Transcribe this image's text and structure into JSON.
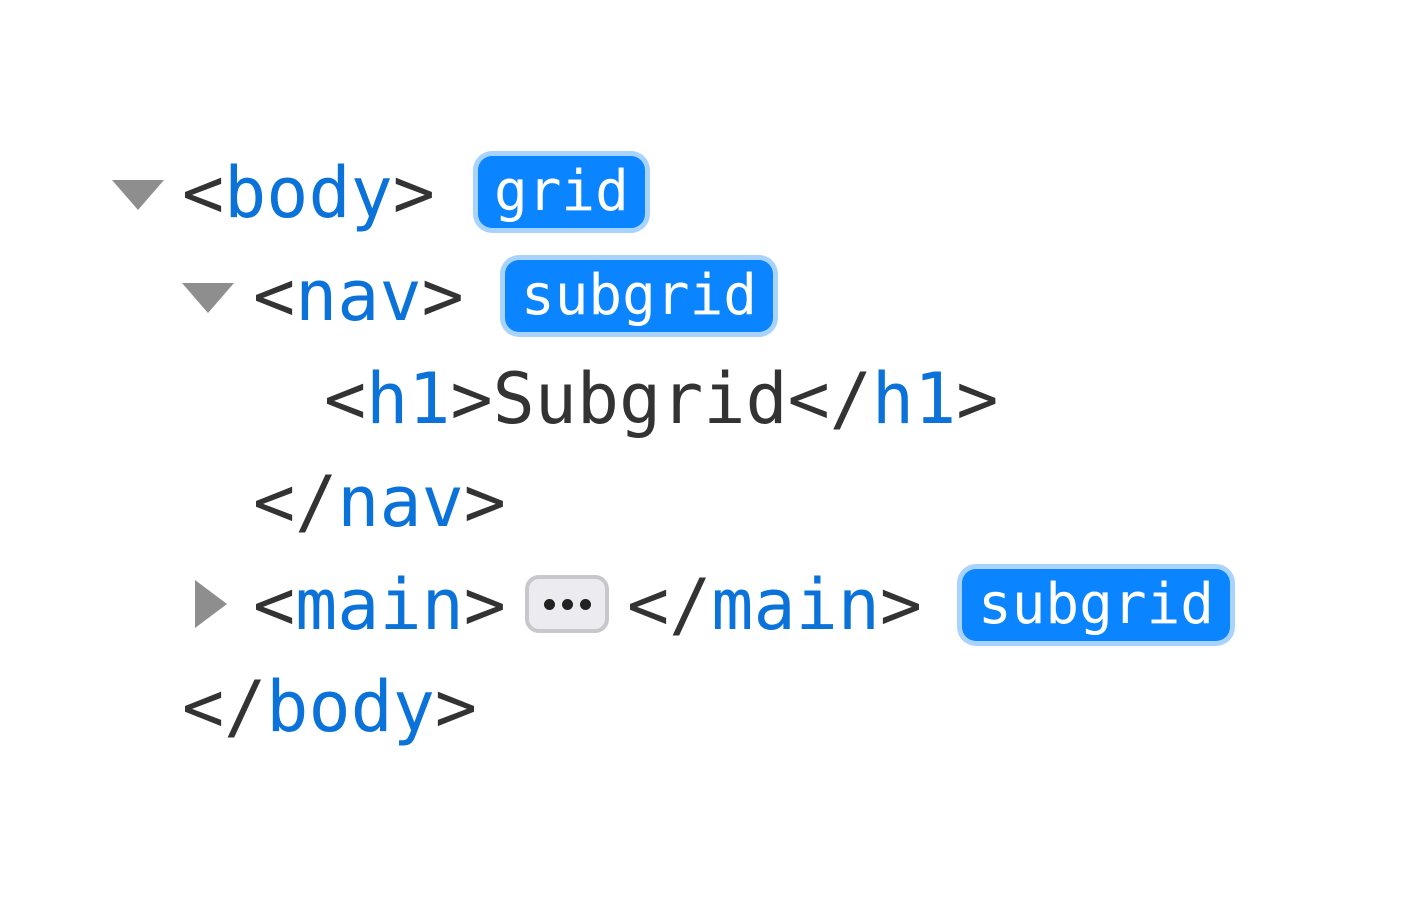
{
  "tree": {
    "body_open": {
      "lt": "<",
      "name": "body",
      "gt": ">",
      "badge": "grid"
    },
    "nav_open": {
      "lt": "<",
      "name": "nav",
      "gt": ">",
      "badge": "subgrid"
    },
    "h1": {
      "lt_open": "<",
      "name_open": "h1",
      "gt_open": ">",
      "text": "Subgrid",
      "lt_close": "</",
      "name_close": "h1",
      "gt_close": ">"
    },
    "nav_close": {
      "lt": "</",
      "name": "nav",
      "gt": ">"
    },
    "main": {
      "lt_open": "<",
      "name_open": "main",
      "gt_open": ">",
      "lt_close": "</",
      "name_close": "main",
      "gt_close": ">",
      "badge": "subgrid"
    },
    "body_close": {
      "lt": "</",
      "name": "body",
      "gt": ">"
    }
  },
  "colors": {
    "tag_name": "#0a72d8",
    "punctuation": "#333333",
    "badge_bg": "#0a84ff",
    "badge_ring": "#a9d3ff",
    "disclosure": "#8e8e8e"
  },
  "icons": {
    "body_toggle": "triangle-down-icon",
    "nav_toggle": "triangle-down-icon",
    "main_toggle": "triangle-right-icon",
    "collapsed_content": "ellipsis-icon"
  }
}
